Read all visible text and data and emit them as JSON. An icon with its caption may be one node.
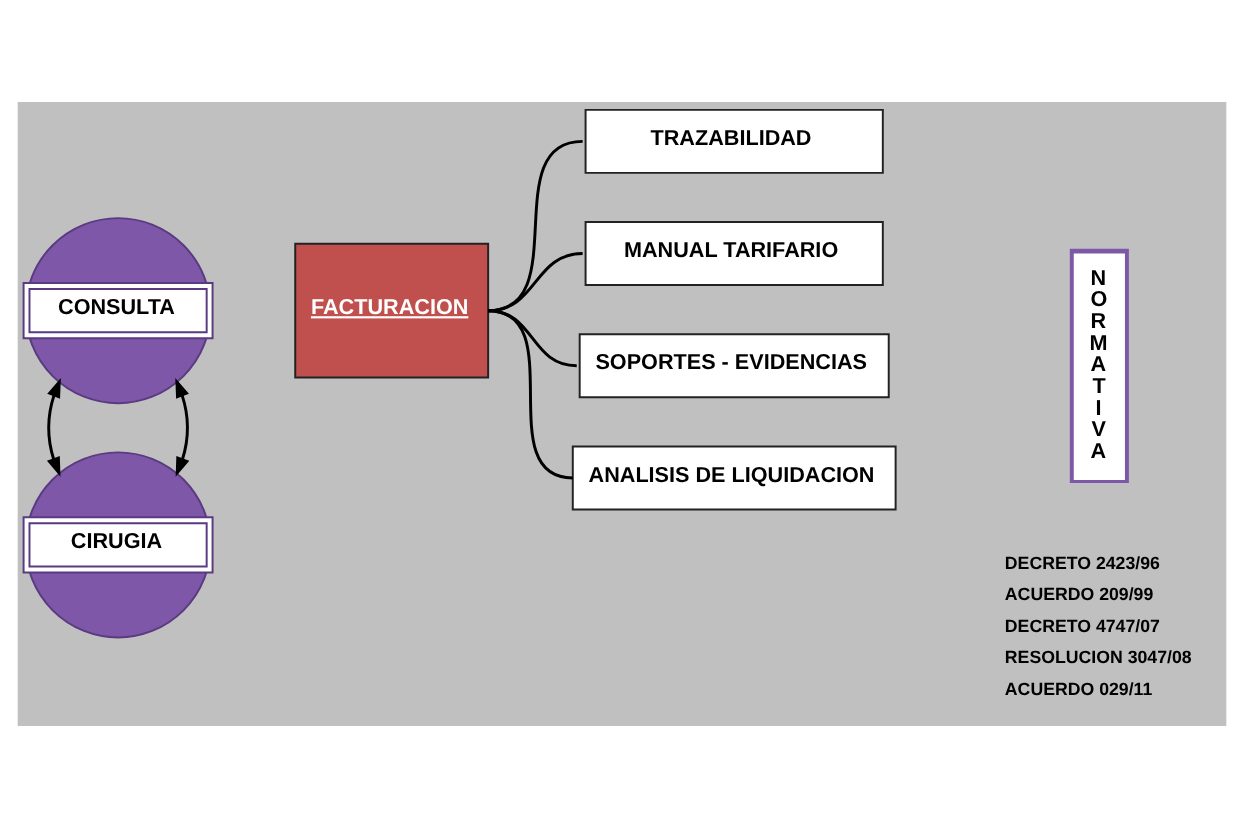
{
  "diagram": {
    "nodes": [
      {
        "text": [
          "CONSULTA"
        ]
      },
      {
        "text": [
          "CIRUGIA"
        ]
      },
      {
        "text": [
          "FACTURACION"
        ]
      },
      {
        "text": [
          "TRAZABILIDAD"
        ]
      },
      {
        "text": [
          "MANUAL TARIFARIO"
        ]
      },
      {
        "text": [
          "SOPORTES - EVIDENCIAS"
        ]
      },
      {
        "text": [
          "ANALISIS DE LIQUIDACION"
        ]
      },
      {
        "text": [
          "NORMATIVA"
        ]
      }
    ],
    "edges": [
      {
        "from": 0,
        "to": 1,
        "arrow": "both"
      },
      {
        "from": 0,
        "to": 1,
        "arrow": "both"
      },
      {
        "from": 2,
        "to": 3,
        "arrow": "none"
      },
      {
        "from": 2,
        "to": 4,
        "arrow": "none"
      },
      {
        "from": 2,
        "to": 5,
        "arrow": "none"
      },
      {
        "from": 2,
        "to": 6,
        "arrow": "none"
      }
    ],
    "labels": [
      "DECRETO 2423/96",
      "ACUERDO 209/99",
      "DECRETO 4747/07",
      "RESOLUCION 3047/08",
      "ACUERDO 029/11"
    ]
  }
}
